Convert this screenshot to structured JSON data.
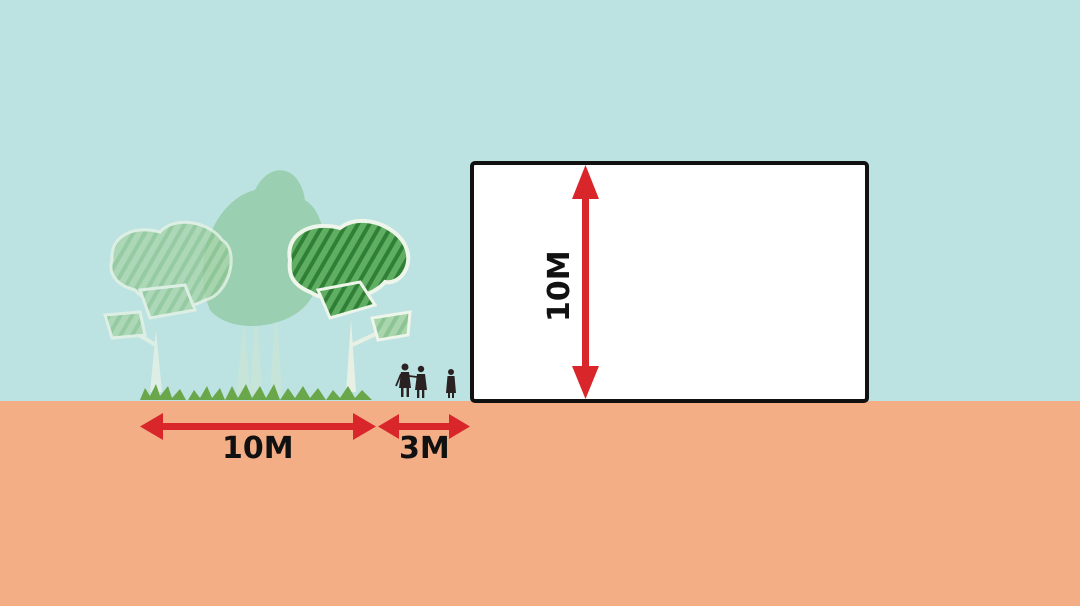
{
  "colors": {
    "sky": "#bce3e1",
    "ground": "#f3ae86",
    "arrow": "#d9262b",
    "building_fill": "#ffffff",
    "building_stroke": "#111111",
    "leaf_light": "#b5dbb8",
    "leaf_dark": "#3d9646",
    "people": "#2a2222"
  },
  "labels": {
    "tree_width": "10M",
    "gap": "3M",
    "building_height": "10M"
  }
}
